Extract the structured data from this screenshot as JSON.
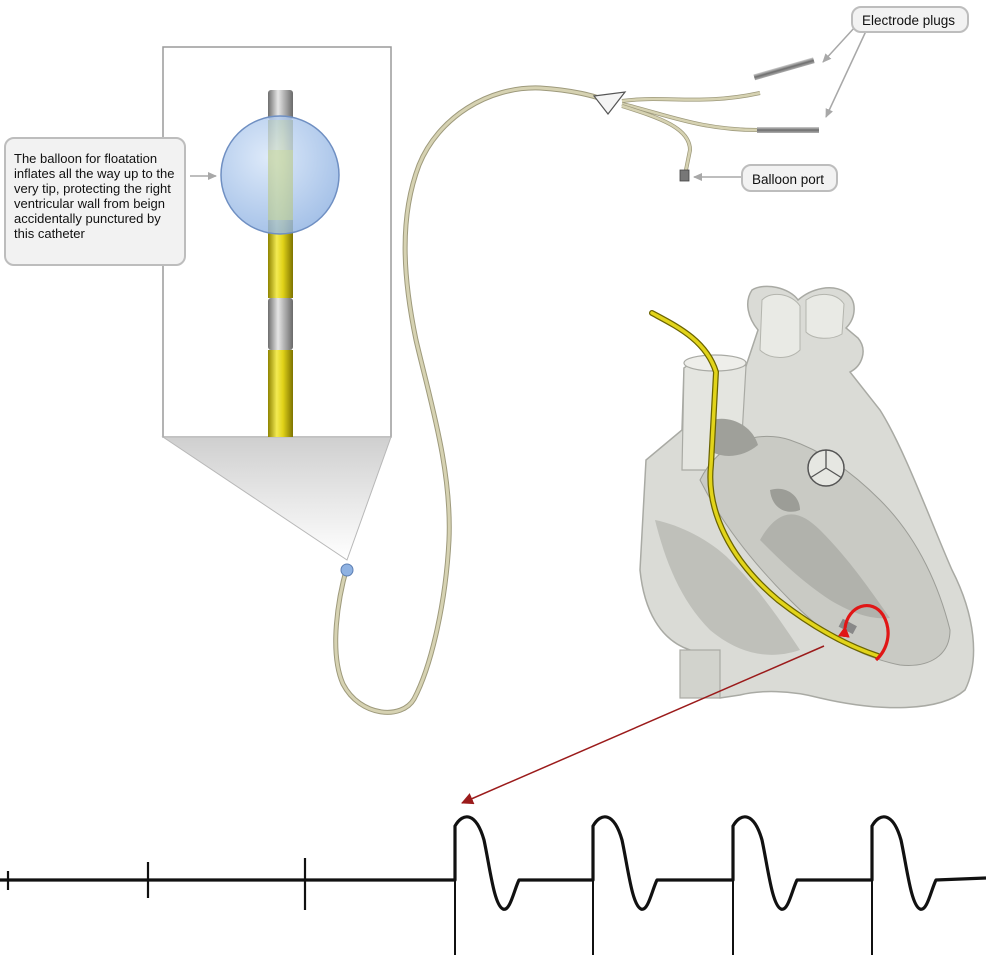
{
  "labels": {
    "balloon_note": "The balloon for floatation inflates all the way up to the very tip, protecting the right ventricular wall from beign accidentally punctured by this catheter",
    "electrode_plugs": "Electrode plugs",
    "balloon_port": "Balloon port"
  },
  "colors": {
    "catheter": "#cfcba8",
    "catheter_stroke": "#9e9a7c",
    "yellow_lead": "#e2d41a",
    "balloon": "#a9c5ec",
    "heart": "#dadbd6",
    "red_arrow": "#e01616",
    "pointer_arrow": "#9b1b1b",
    "ecg_trace": "#111111"
  },
  "icons": {
    "heart": "heart-cross-section-illustration",
    "catheter": "pacing-catheter-icon",
    "balloon": "balloon-tip-icon"
  }
}
